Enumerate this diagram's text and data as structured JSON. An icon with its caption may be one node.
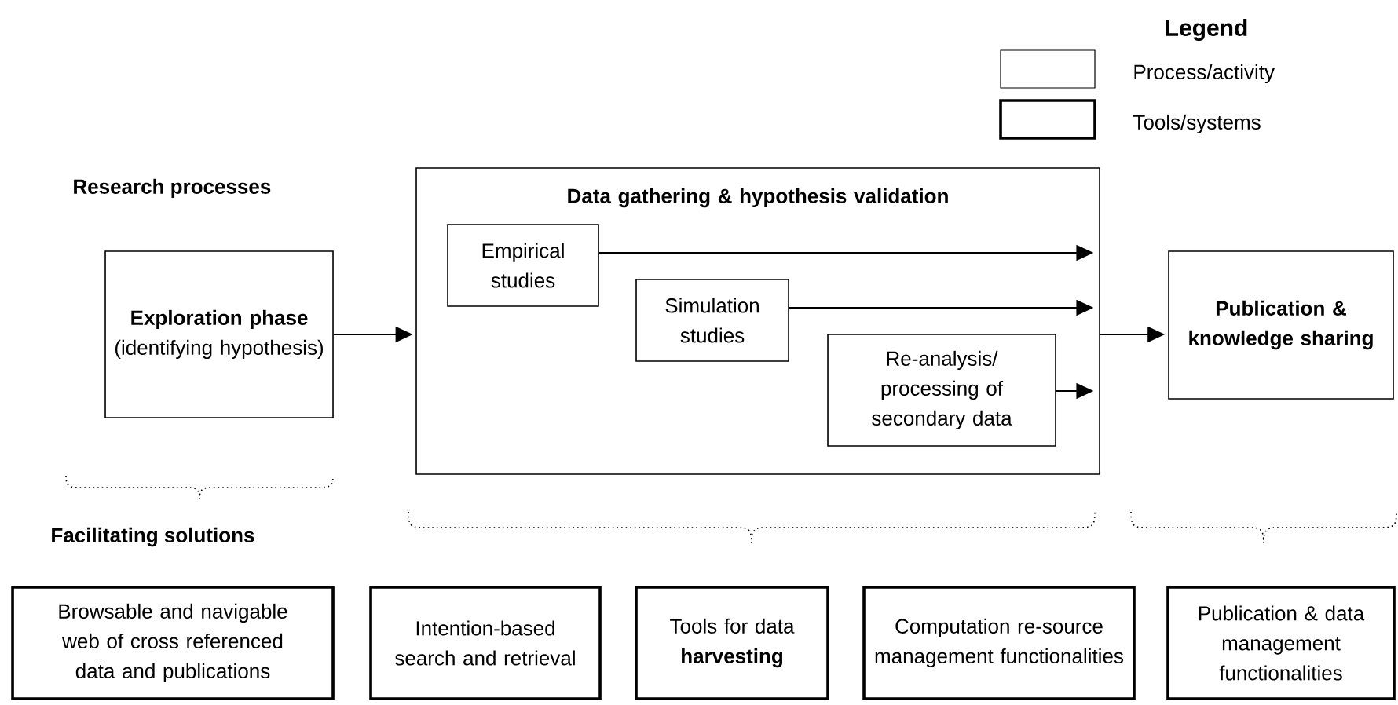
{
  "diagram": {
    "nodes": [
      {
        "text": [
          "Exploration phase",
          "(identifying hypothesis)"
        ]
      },
      {
        "text": [
          "Data gathering & hypothesis validation"
        ]
      },
      {
        "text": [
          "Empirical studies"
        ],
        "in": 1
      },
      {
        "text": [
          "Simulation studies"
        ],
        "in": 1
      },
      {
        "text": [
          "Re-analysis/ processing of secondary data"
        ],
        "in": 1
      },
      {
        "text": [
          "Publication & knowledge sharing"
        ]
      },
      {
        "text": [
          "Browsable and navigable web of cross referenced data and publications"
        ]
      },
      {
        "text": [
          "Intention-based search and retrieval"
        ]
      },
      {
        "text": [
          "Tools for data **harvesting**"
        ]
      },
      {
        "text": [
          "Computation re-source management functionalities"
        ]
      },
      {
        "text": [
          "Publication & data management functionalities"
        ]
      }
    ],
    "edges": [
      {
        "from": 0,
        "to": 1,
        "arrow": "to"
      },
      {
        "from": 2,
        "to": 1,
        "arrow": "to"
      },
      {
        "from": 3,
        "to": 1,
        "arrow": "to"
      },
      {
        "from": 4,
        "to": 1,
        "arrow": "to"
      },
      {
        "from": 1,
        "to": 5,
        "arrow": "to"
      }
    ],
    "labels": [
      "Legend",
      "Research processes",
      "Facilitating solutions"
    ],
    "legend": [
      {
        "text": "Process/activity"
      },
      {
        "text": "Tools/systems"
      }
    ]
  }
}
